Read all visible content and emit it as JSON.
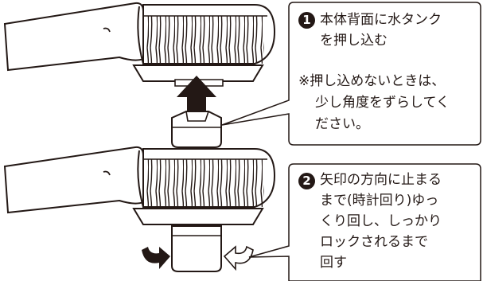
{
  "steps": [
    {
      "number": "1",
      "lines": [
        "本体背面に水タンク",
        "を押し込む"
      ],
      "note_lines": [
        "※押し込めないときは、",
        "少し角度をずらしてく",
        "ださい。"
      ]
    },
    {
      "number": "2",
      "lines": [
        "矢印の方向に止まる",
        "まで(時計回り)ゆっ",
        "くり回し、しっかり",
        "ロックされるまで",
        "回す"
      ]
    }
  ],
  "icons": {
    "push_arrow": "arrow-up-icon",
    "rotate_left": "rotate-arrow-icon",
    "rotate_right": "rotate-arrow-icon"
  },
  "colors": {
    "ink": "#231815",
    "background": "#ffffff"
  }
}
